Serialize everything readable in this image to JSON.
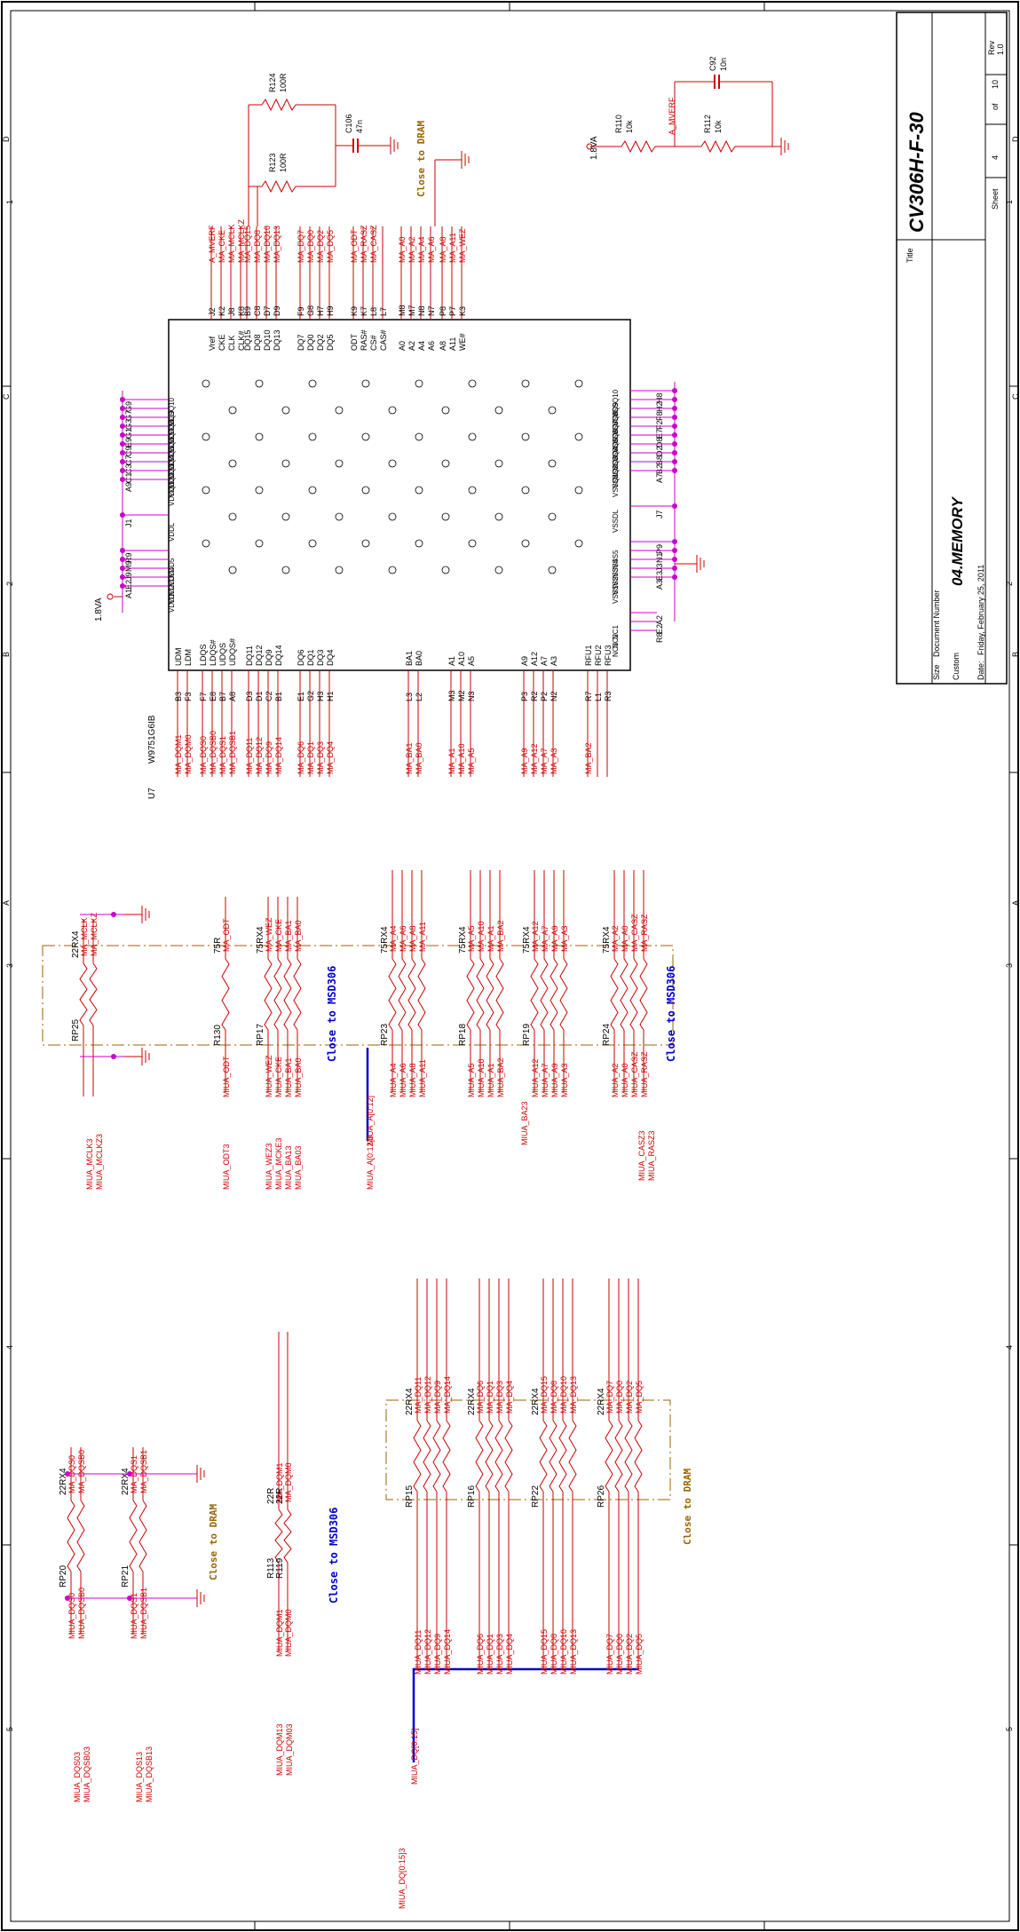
{
  "title_block": {
    "title_label": "Title",
    "project": "CV306H-F-30",
    "size_label": "Size",
    "size_value": "Custom",
    "docnum_label": "Document Number",
    "docnum_value": "04.MEMORY",
    "rev_label": "Rev",
    "rev_value": "1.0",
    "date_label": "Date:",
    "date_value": "Friday, February 25, 2011",
    "sheet_label": "Sheet",
    "sheet_value": "4",
    "of_label": "of",
    "of_value": "10"
  },
  "border": {
    "columns": [
      "D",
      "C",
      "B",
      "A"
    ],
    "rows": [
      "1",
      "2",
      "3",
      "4",
      "5"
    ]
  },
  "colors": {
    "net": "#cc0000",
    "comp": "#000000",
    "note_dram": "#996600",
    "note_msd": "#0000cc",
    "pin": "#cc00cc",
    "bus": "#0000cc"
  },
  "vref": {
    "rail": "1.8VA",
    "net": "A_MVERF",
    "r110": "R110",
    "r110_val": "10k",
    "r112": "R112",
    "r112_val": "10k",
    "c92": "C92",
    "c92_val": "10n"
  },
  "ref_pair": {
    "r124": "R124",
    "r124_val": "100R",
    "r123": "R123",
    "r123_val": "100R",
    "c106": "C106",
    "c106_val": "47n"
  },
  "notes": {
    "close_dram": "Close to DRAM",
    "close_msd": "Close to MSD306"
  },
  "dram": {
    "ref": "U7",
    "part": "W9751G6IB",
    "rail": "1.8VA",
    "top_groups": [
      {
        "nets": [
          "A_MVERF",
          "MA_CKE",
          "MA_MCLK",
          "MA_MCLKZ"
        ],
        "pins": [
          "J2",
          "K2",
          "J8",
          "K8"
        ],
        "sigs": [
          "Vref",
          "CKE",
          "CLK",
          "CLK#"
        ]
      },
      {
        "nets": [
          "MA_DQ15",
          "MA_DQ8",
          "MA_DQ10",
          "MA_DQ13"
        ],
        "pins": [
          "B9",
          "C8",
          "D7",
          "D9"
        ],
        "sigs": [
          "DQ15",
          "DQ8",
          "DQ10",
          "DQ13"
        ]
      },
      {
        "nets": [
          "MA_DQ7",
          "MA_DQ0",
          "MA_DQ2",
          "MA_DQ5"
        ],
        "pins": [
          "F9",
          "G8",
          "H7",
          "H9"
        ],
        "sigs": [
          "DQ7",
          "DQ0",
          "DQ2",
          "DQ5"
        ]
      },
      {
        "nets": [
          "MA_ODT",
          "MA_RASZ",
          "MA_CASZ"
        ],
        "pins": [
          "K9",
          "K7",
          "L8",
          "L7"
        ],
        "sigs": [
          "ODT",
          "RAS#",
          "CS#",
          "CAS#"
        ]
      },
      {
        "nets": [
          "MA_A0",
          "MA_A2",
          "MA_A4",
          "MA_A6"
        ],
        "pins": [
          "M8",
          "M7",
          "N8",
          "N7"
        ],
        "sigs": [
          "A0",
          "A2",
          "A4",
          "A6"
        ]
      },
      {
        "nets": [
          "MA_A8",
          "MA_A11",
          "MA_WEZ"
        ],
        "pins": [
          "P8",
          "P7",
          "K3"
        ],
        "sigs": [
          "A8",
          "A11",
          "WE#"
        ]
      }
    ],
    "bottom_groups": [
      {
        "nets": [
          "MA_DQM1",
          "MA_DQM0"
        ],
        "pins": [
          "B3",
          "F3"
        ],
        "sigs": [
          "UDM",
          "LDM"
        ]
      },
      {
        "nets": [
          "MA_DQS0",
          "MA_DQSB0",
          "MA_DQS1",
          "MA_DQSB1"
        ],
        "pins": [
          "F7",
          "E8",
          "B7",
          "A8"
        ],
        "sigs": [
          "LDQS",
          "LDQS#",
          "UDQS",
          "UDQS#"
        ]
      },
      {
        "nets": [
          "MA_DQ11",
          "MA_DQ12",
          "MA_DQ9",
          "MA_DQ14"
        ],
        "pins": [
          "D3",
          "D1",
          "C2",
          "B1"
        ],
        "sigs": [
          "DQ11",
          "DQ12",
          "DQ9",
          "DQ14"
        ]
      },
      {
        "nets": [
          "MA_DQ6",
          "MA_DQ1",
          "MA_DQ3",
          "MA_DQ4"
        ],
        "pins": [
          "E1",
          "G2",
          "H3",
          "H1"
        ],
        "sigs": [
          "DQ6",
          "DQ1",
          "DQ3",
          "DQ4"
        ]
      },
      {
        "nets": [
          "MA_BA1",
          "MA_BA0"
        ],
        "pins": [
          "L3",
          "L2"
        ],
        "sigs": [
          "BA1",
          "BA0"
        ]
      },
      {
        "nets": [
          "MA_A1",
          "MA_A10",
          "MA_A5"
        ],
        "pins": [
          "M3",
          "M2",
          "N3"
        ],
        "sigs": [
          "A1",
          "A10",
          "A5"
        ]
      },
      {
        "nets": [
          "MA_A9",
          "MA_A12",
          "MA_A7",
          "MA_A3"
        ],
        "pins": [
          "P3",
          "R2",
          "P2",
          "N2"
        ],
        "sigs": [
          "A9",
          "A12",
          "A7",
          "A3"
        ]
      },
      {
        "nets": [
          "MA_BA2"
        ],
        "pins": [
          "R7",
          "L1",
          "R3"
        ],
        "sigs": [
          "RFU1",
          "RFU2",
          "RFU3"
        ]
      }
    ],
    "vdd_pins": [
      {
        "pin": "G9",
        "sig": "VDDQ10"
      },
      {
        "pin": "G7",
        "sig": "VDDQ9"
      },
      {
        "pin": "G3",
        "sig": "VDDQ8"
      },
      {
        "pin": "G1",
        "sig": "VDDQ7"
      },
      {
        "pin": "E9",
        "sig": "VDDQ6"
      },
      {
        "pin": "C9",
        "sig": "VDDQ5"
      },
      {
        "pin": "C7",
        "sig": "VDDQ4"
      },
      {
        "pin": "C3",
        "sig": "VDDQ3"
      },
      {
        "pin": "C1",
        "sig": "VDDQ2"
      },
      {
        "pin": "A9",
        "sig": "VDDQ1"
      },
      {
        "pin": "J1",
        "sig": "VDDL"
      },
      {
        "pin": "R9",
        "sig": "VDD5"
      },
      {
        "pin": "M9",
        "sig": "VDD4"
      },
      {
        "pin": "J9",
        "sig": "VDD3"
      },
      {
        "pin": "E2",
        "sig": "VDD2"
      },
      {
        "pin": "A1",
        "sig": "VDD1"
      }
    ],
    "vss_pins": [
      {
        "pin": "H8",
        "sig": "VSSQ10"
      },
      {
        "pin": "H2",
        "sig": "VSSQ9"
      },
      {
        "pin": "F8",
        "sig": "VSSQ8"
      },
      {
        "pin": "F2",
        "sig": "VSSQ7"
      },
      {
        "pin": "E7",
        "sig": "VSSQ6"
      },
      {
        "pin": "D8",
        "sig": "VSSQ5"
      },
      {
        "pin": "D2",
        "sig": "VSSQ4"
      },
      {
        "pin": "B8",
        "sig": "VSSQ3"
      },
      {
        "pin": "B2",
        "sig": "VSSQ2"
      },
      {
        "pin": "A7",
        "sig": "VSSQ1"
      },
      {
        "pin": "J7",
        "sig": "VSSDL"
      },
      {
        "pin": "P9",
        "sig": "VSS5"
      },
      {
        "pin": "N1",
        "sig": "VSS4"
      },
      {
        "pin": "J3",
        "sig": "VSS3"
      },
      {
        "pin": "E3",
        "sig": "VSS2"
      },
      {
        "pin": "A3",
        "sig": "VSS1"
      }
    ],
    "nc_pins": [
      {
        "pin": "A2",
        "sig": "NC1"
      },
      {
        "pin": "E2",
        "sig": "NC2"
      },
      {
        "pin": "R8",
        "sig": "NC3"
      }
    ]
  },
  "packs": {
    "rp25": {
      "ref": "RP25",
      "val": "22RX4"
    },
    "r130": {
      "ref": "R130",
      "val": "75R"
    },
    "rp17": {
      "ref": "RP17",
      "val": "75RX4"
    },
    "rp23": {
      "ref": "RP23",
      "val": "75RX4"
    },
    "rp18": {
      "ref": "RP18",
      "val": "75RX4"
    },
    "rp19": {
      "ref": "RP19",
      "val": "75RX4"
    },
    "rp24": {
      "ref": "RP24",
      "val": "75RX4"
    },
    "rp20": {
      "ref": "RP20",
      "val": "22RX4"
    },
    "rp21": {
      "ref": "RP21",
      "val": "22RX4"
    },
    "r113": {
      "ref": "R113",
      "val": "22R"
    },
    "r119": {
      "ref": "R119",
      "val": "22R"
    },
    "rp15": {
      "ref": "RP15",
      "val": "22RX4"
    },
    "rp16": {
      "ref": "RP16",
      "val": "22RX4"
    },
    "rp22": {
      "ref": "RP22",
      "val": "22RX4"
    },
    "rp26": {
      "ref": "RP26",
      "val": "22RX4"
    }
  },
  "term_nets": {
    "clk_right": [
      "MA_MCLK",
      "MA_MCLKZ"
    ],
    "clk_left": [
      "MIUA_MCLK3",
      "MIUA_MCLKZ3"
    ],
    "odt_right": "MA_ODT",
    "odt_left": "MIUA_ODT",
    "odt_port": "MIUA_ODT3",
    "ctl_right": [
      "MA_WEZ",
      "MA_CKE",
      "MA_BA1",
      "MA_BA0"
    ],
    "ctl_left": [
      "MIUA_WEZ",
      "MIUA_CKE",
      "MIUA_BA1",
      "MIUA_BA0"
    ],
    "ctl_port": [
      "MIUA_WEZ3",
      "MIUA_MCKE3",
      "MIUA_BA13",
      "MIUA_BA03"
    ],
    "addr_bus_in": "MIUA_A[0:12]",
    "addr_bus_port": "MIUA_A[0:12]3",
    "rp23_right": [
      "MA_A4",
      "MA_A6",
      "MA_A8",
      "MA_A11"
    ],
    "rp23_left": [
      "MIUA_A4",
      "MIUA_A6",
      "MIUA_A8",
      "MIUA_A11"
    ],
    "rp18_right": [
      "MA_A5",
      "MA_A10",
      "MA_A1",
      "MA_BA2"
    ],
    "rp18_left": [
      "MIUA_A5",
      "MIUA_A10",
      "MIUA_A1",
      "MIUA_BA2"
    ],
    "rp19_right": [
      "MA_A12",
      "MA_A7",
      "MA_A9",
      "MA_A3"
    ],
    "rp19_left": [
      "MIUA_A12",
      "MIUA_A7",
      "MIUA_A9",
      "MIUA_A3"
    ],
    "rp24_right": [
      "MA_A2",
      "MA_A0",
      "MA_CASZ",
      "MA_RASZ"
    ],
    "rp24_left": [
      "MIUA_A2",
      "MIUA_A0",
      "MIUA_CASZ",
      "MIUA_RASZ"
    ],
    "ba2_port": "MIUA_BA23",
    "cas_port": [
      "MIUA_CASZ3",
      "MIUA_RASZ3"
    ],
    "dqs0_right": [
      "MA_DQS0",
      "MA_DQSB0"
    ],
    "dqs0_left": [
      "MIUA_DQS0",
      "MIUA_DQSB0"
    ],
    "dqs0_port": [
      "MIUA_DQS03",
      "MIUA_DQSB03"
    ],
    "dqs1_right": [
      "MA_DQS1",
      "MA_DQSB1"
    ],
    "dqs1_left": [
      "MIUA_DQS1",
      "MIUA_DQSB1"
    ],
    "dqs1_port": [
      "MIUA_DQS13",
      "MIUA_DQSB13"
    ],
    "dqm_right": [
      "MA_DQM1",
      "MA_DQM0"
    ],
    "dqm_left": [
      "MIUA_DQM1",
      "MIUA_DQM0"
    ],
    "dqm_port": [
      "MIUA_DQM13",
      "MIUA_DQM03"
    ],
    "dq_bus_in": "MIUA_DQ[0:15]",
    "dq_bus_port": "MIUA_DQ[0:15]3",
    "rp15_right": [
      "MA_DQ11",
      "MA_DQ12",
      "MA_DQ9",
      "MA_DQ14"
    ],
    "rp15_left": [
      "MIUA_DQ11",
      "MIUA_DQ12",
      "MIUA_DQ9",
      "MIUA_DQ14"
    ],
    "rp16_right": [
      "MA_DQ6",
      "MA_DQ1",
      "MA_DQ3",
      "MA_DQ4"
    ],
    "rp16_left": [
      "MIUA_DQ6",
      "MIUA_DQ1",
      "MIUA_DQ3",
      "MIUA_DQ4"
    ],
    "rp22_right": [
      "MA_DQ15",
      "MA_DQ8",
      "MA_DQ10",
      "MA_DQ13"
    ],
    "rp22_left": [
      "MIUA_DQ15",
      "MIUA_DQ8",
      "MIUA_DQ10",
      "MIUA_DQ13"
    ],
    "rp26_right": [
      "MA_DQ7",
      "MA_DQ0",
      "MA_DQ2",
      "MA_DQ5"
    ],
    "rp26_left": [
      "MIUA_DQ7",
      "MIUA_DQ0",
      "MIUA_DQ2",
      "MIUA_DQ5"
    ]
  }
}
